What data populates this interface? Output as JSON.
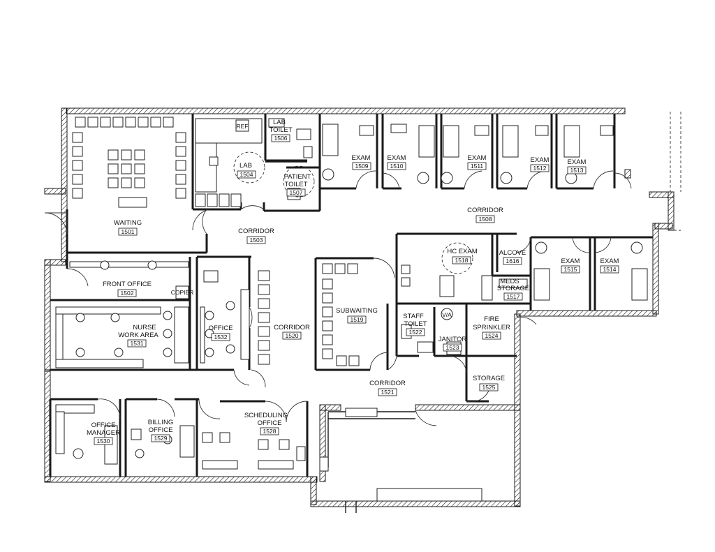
{
  "rooms": [
    {
      "id": "waiting",
      "name": "WAITING",
      "number": "1501"
    },
    {
      "id": "front-office",
      "name": "FRONT OFFICE",
      "number": "1502"
    },
    {
      "id": "corridor-1503",
      "name": "CORRIDOR",
      "number": "1503"
    },
    {
      "id": "lab",
      "name": "LAB",
      "number": "1504"
    },
    {
      "id": "lab-toilet",
      "name": "LAB TOILET",
      "number": "1506"
    },
    {
      "id": "patient-toilet",
      "name": "PATIENT TOILET",
      "number": "1507"
    },
    {
      "id": "corridor-1508",
      "name": "CORRIDOR",
      "number": "1508"
    },
    {
      "id": "exam-1509",
      "name": "EXAM",
      "number": "1509"
    },
    {
      "id": "exam-1510",
      "name": "EXAM",
      "number": "1510"
    },
    {
      "id": "exam-1511",
      "name": "EXAM",
      "number": "1511"
    },
    {
      "id": "exam-1512",
      "name": "EXAM",
      "number": "1512"
    },
    {
      "id": "exam-1513",
      "name": "EXAM",
      "number": "1513"
    },
    {
      "id": "exam-1514",
      "name": "EXAM",
      "number": "1514"
    },
    {
      "id": "exam-1515",
      "name": "EXAM",
      "number": "1515"
    },
    {
      "id": "alcove",
      "name": "ALCOVE",
      "number": "1616"
    },
    {
      "id": "meds-storage",
      "name": "MEDS STORAGE",
      "number": "1517"
    },
    {
      "id": "hc-exam",
      "name": "HC EXAM",
      "number": "1518"
    },
    {
      "id": "subwaiting",
      "name": "SUBWAITING",
      "number": "1519"
    },
    {
      "id": "corridor-1520",
      "name": "CORRIDOR",
      "number": "1520"
    },
    {
      "id": "corridor-1521",
      "name": "CORRIDOR",
      "number": "1521"
    },
    {
      "id": "staff-toilet",
      "name": "STAFF TOILET",
      "number": "1522"
    },
    {
      "id": "janitor",
      "name": "JANITOR",
      "number": "1523"
    },
    {
      "id": "fire-sprinkler",
      "name": "FIRE SPRINKLER",
      "number": "1524"
    },
    {
      "id": "storage",
      "name": "STORAGE",
      "number": "1525"
    },
    {
      "id": "nurse-work-area",
      "name": "NURSE WORK AREA",
      "number": "1531"
    },
    {
      "id": "office",
      "name": "OFFICE",
      "number": "1532"
    },
    {
      "id": "office-manager",
      "name": "OFFICE MANAGER",
      "number": "1530"
    },
    {
      "id": "billing-office",
      "name": "BILLING OFFICE",
      "number": "1529"
    },
    {
      "id": "scheduling-office",
      "name": "SCHEDULING OFFICE",
      "number": "1528"
    }
  ],
  "fixture_labels": {
    "lab_fridge": "REF",
    "va_fixture": "V/A",
    "copier": "COPIER"
  }
}
